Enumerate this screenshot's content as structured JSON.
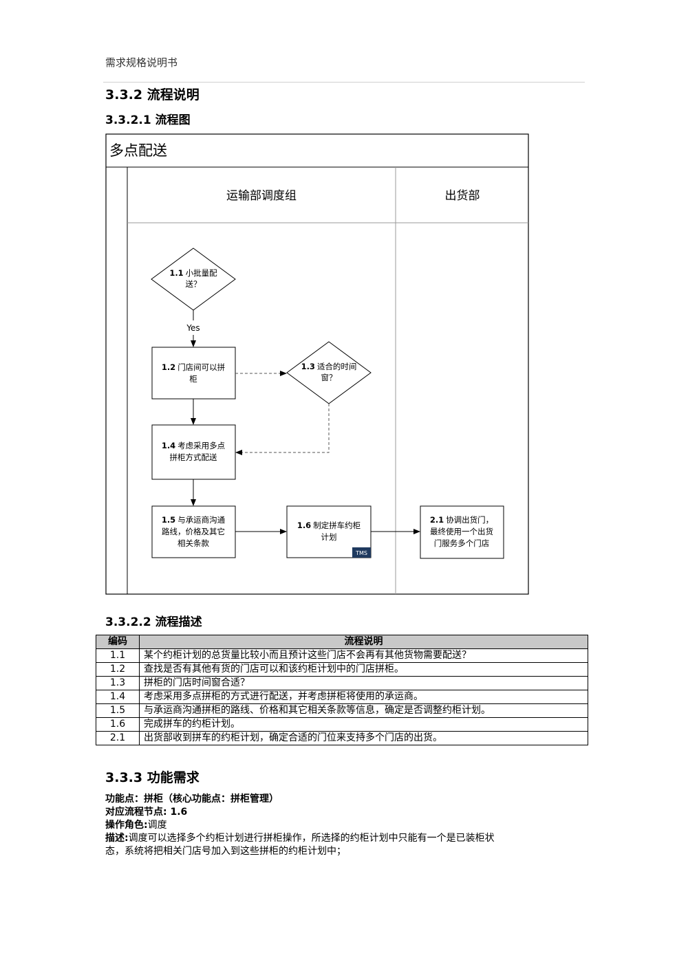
{
  "header": {
    "title": "需求规格说明书"
  },
  "section_332": {
    "title": "3.3.2  流程说明"
  },
  "section_3321": {
    "title": "3.3.2.1  流程图"
  },
  "flowchart": {
    "pool_title": "多点配送",
    "lanes": [
      "运输部调度组",
      "出货部"
    ],
    "nodes": {
      "n11": {
        "num": "1.1",
        "line1": "小批量配",
        "line2": "送？"
      },
      "n12": {
        "num": "1.2",
        "line1": "门店间可以拼",
        "line2": "柜"
      },
      "n13": {
        "num": "1.3",
        "line1": "适合的时间",
        "line2": "窗？"
      },
      "n14": {
        "num": "1.4",
        "line1": "考虑采用多点",
        "line2": "拼柜方式配送"
      },
      "n15": {
        "num": "1.5",
        "line1": "与承运商沟通",
        "line2": "路线，价格及其它",
        "line3": "相关条款"
      },
      "n16": {
        "num": "1.6",
        "line1": "制定拼车约柜",
        "line2": "计划",
        "tag": "TMS"
      },
      "n21": {
        "num": "2.1",
        "line1": "协调出货门，",
        "line2": "最终使用一个出货",
        "line3": "门服务多个门店"
      }
    },
    "yes_label": "Yes"
  },
  "section_3322": {
    "title": "3.3.2.2  流程描述"
  },
  "desc_table": {
    "headers": [
      "编码",
      "流程说明"
    ],
    "rows": [
      {
        "code": "1.1",
        "text": "某个约柜计划的总货量比较小而且预计这些门店不会再有其他货物需要配送？"
      },
      {
        "code": "1.2",
        "text": "查找是否有其他有货的门店可以和该约柜计划中的门店拼柜。"
      },
      {
        "code": "1.3",
        "text": "拼柜的门店时间窗合适？"
      },
      {
        "code": "1.4",
        "text": "考虑采用多点拼柜的方式进行配送，并考虑拼柜将使用的承运商。"
      },
      {
        "code": "1.5",
        "text": "与承运商沟通拼柜的路线、价格和其它相关条款等信息，确定是否调整约柜计划。"
      },
      {
        "code": "1.6",
        "text": "完成拼车的约柜计划。"
      },
      {
        "code": "2.1",
        "text": "出货部收到拼车的约柜计划，确定合适的门位来支持多个门店的出货。"
      }
    ]
  },
  "section_333": {
    "title": "3.3.3  功能需求"
  },
  "func": {
    "point_label": "功能点：拼柜（核心功能点：拼柜管理）",
    "node_label": "对应流程节点:",
    "node_value": " 1.6",
    "role_label": "操作角色:",
    "role_value": "调度",
    "desc_label": "描述:",
    "desc_line1": "调度可以选择多个约柜计划进行拼柜操作，所选择的约柜计划中只能有一个是已装柜状",
    "desc_line2": "态，系统将把相关门店号加入到这些拼柜的约柜计划中；"
  }
}
